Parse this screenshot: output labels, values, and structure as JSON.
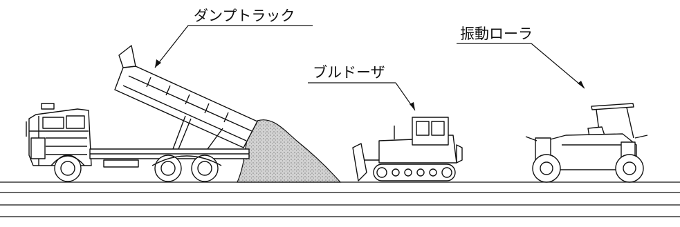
{
  "labels": {
    "dump_truck": "ダンプトラック",
    "bulldozer": "ブルドーザ",
    "vibratory_roller": "振動ローラ"
  },
  "colors": {
    "line": "#111111",
    "background": "#ffffff",
    "soil": "#cfcfcf"
  }
}
